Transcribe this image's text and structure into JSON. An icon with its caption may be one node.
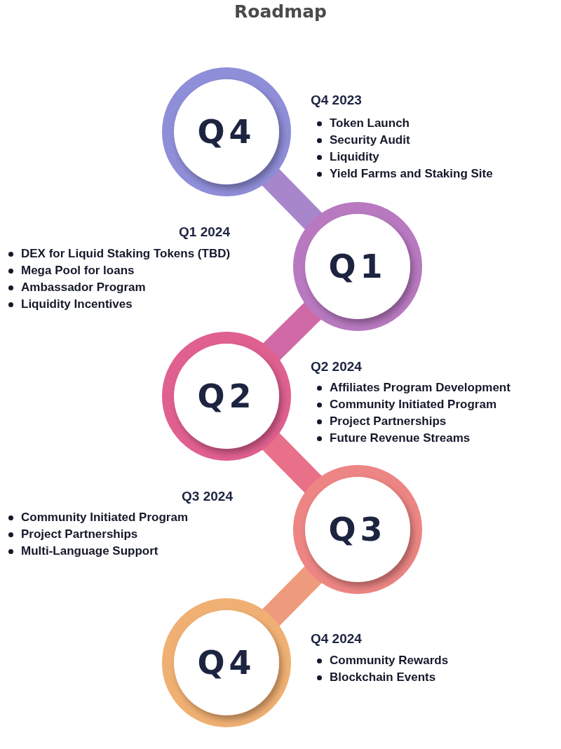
{
  "diagram": {
    "title": "Roadmap",
    "nodes": [
      {
        "text": [
          "Q4"
        ],
        "beside": [
          "Q4 2023",
          "Token Launch",
          "Security Audit",
          "Liquidity",
          "Yield Farms and Staking Site"
        ]
      },
      {
        "text": [
          "Q1"
        ],
        "beside": [
          "Q1 2024",
          "DEX for Liquid Staking Tokens (TBD)",
          "Mega Pool for loans",
          "Ambassador Program",
          "Liquidity Incentives"
        ]
      },
      {
        "text": [
          "Q2"
        ],
        "beside": [
          "Q2 2024",
          "Affiliates Program Development",
          "Community Initiated Program",
          "Project Partnerships",
          "Future Revenue Streams"
        ]
      },
      {
        "text": [
          "Q3"
        ],
        "beside": [
          "Q3 2024",
          "Community Initiated Program",
          "Project Partnerships",
          "Multi-Language Support"
        ]
      },
      {
        "text": [
          "Q4"
        ],
        "beside": [
          "Q4 2024",
          "Community Rewards",
          "Blockchain Events"
        ]
      }
    ],
    "edges": [
      {
        "from": 0,
        "to": 1,
        "arrow": "none",
        "color": "#a786cc"
      },
      {
        "from": 1,
        "to": 2,
        "arrow": "none",
        "color": "#cf6aa6"
      },
      {
        "from": 2,
        "to": 3,
        "arrow": "none",
        "color": "#e87088"
      },
      {
        "from": 3,
        "to": 4,
        "arrow": "none",
        "color": "#ee9a7c"
      }
    ]
  }
}
